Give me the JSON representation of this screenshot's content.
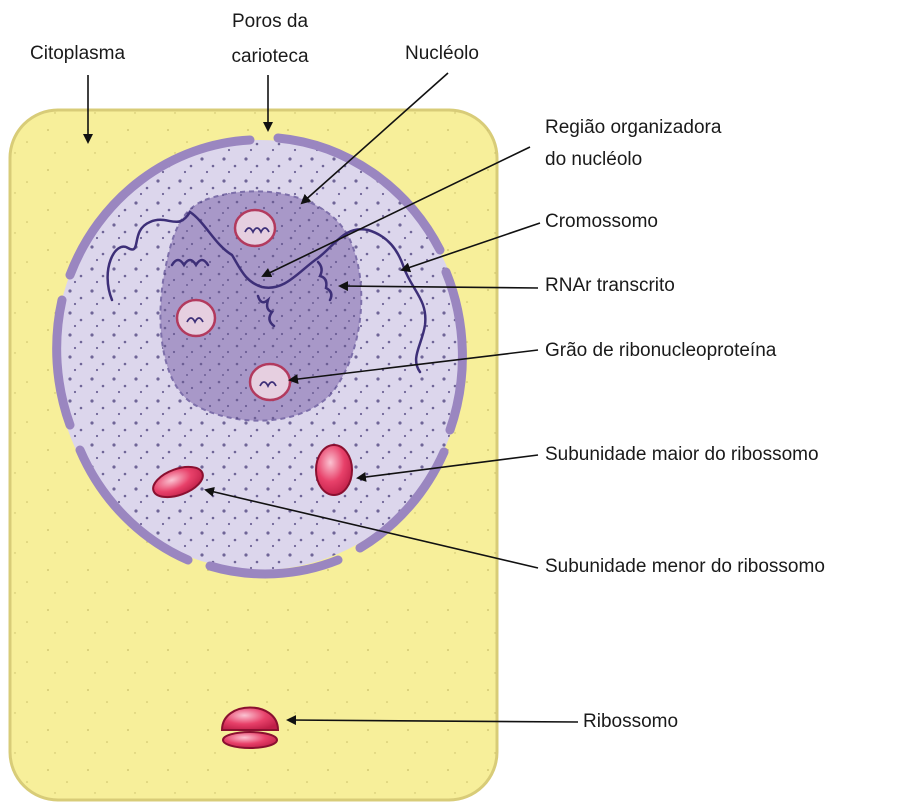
{
  "labels": {
    "citoplasma": "Citoplasma",
    "poros_line1": "Poros da",
    "poros_line2": "carioteca",
    "nucleolo": "Nucléolo",
    "regiao_line1": "Região organizadora",
    "regiao_line2": "do nucléolo",
    "cromossomo": "Cromossomo",
    "rnar": "RNAr transcrito",
    "grao": "Grão de ribonucleoproteína",
    "sub_maior": "Subunidade maior do ribossomo",
    "sub_menor": "Subunidade menor do ribossomo",
    "ribossomo": "Ribossomo"
  },
  "colors": {
    "cytoplasm": "#f7ef9a",
    "cytoplasm_border": "#cfc46a",
    "nucleoplasm": "#dcd6ec",
    "nuclear_envelope": "#9a86c0",
    "nucleolus": "#a898c8",
    "chromosome": "#3d2f78",
    "granule": "#b23a5e",
    "ribosome": "#e0305a",
    "ribosome_highlight": "#f8b6c8",
    "pointer": "#111111"
  }
}
